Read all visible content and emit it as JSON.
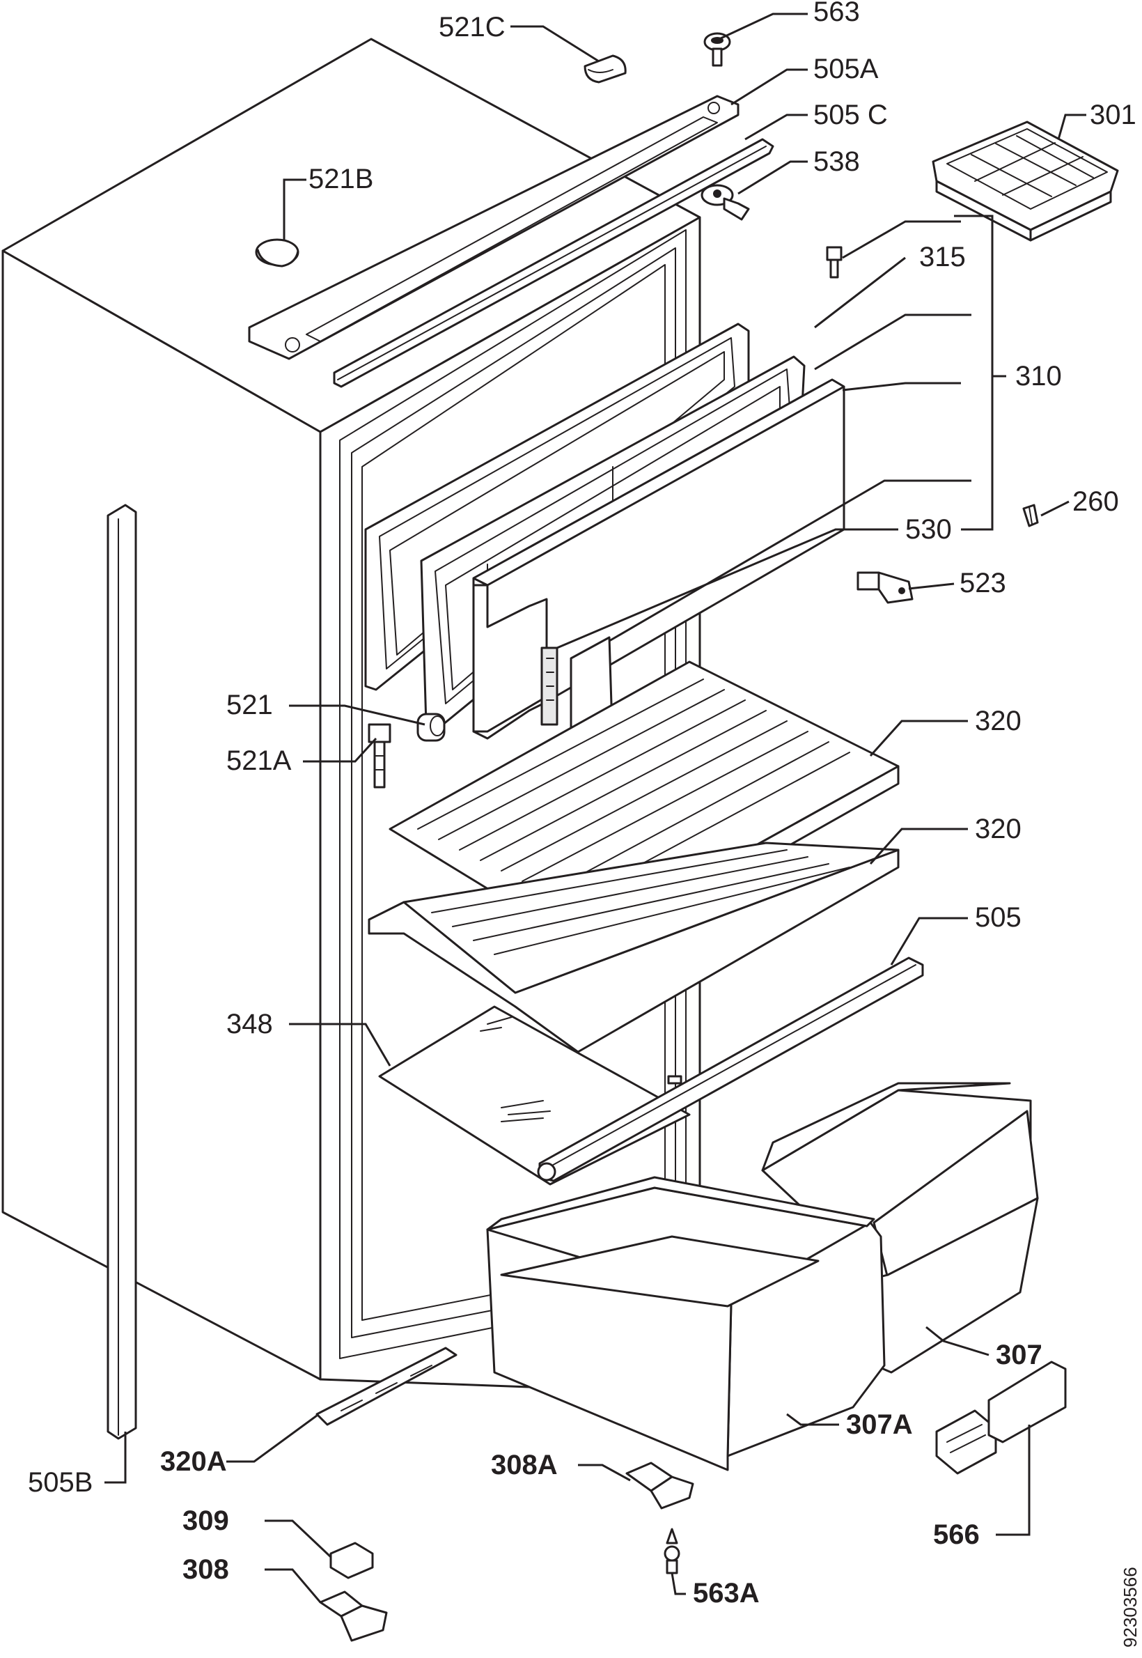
{
  "diagram": {
    "labels": {
      "l521c": "521C",
      "l563": "563",
      "l505a": "505A",
      "l505c": "505 C",
      "l301": "301",
      "l521b": "521B",
      "l538": "538",
      "l315": "315",
      "l310": "310",
      "l260": "260",
      "l530": "530",
      "l523": "523",
      "l521": "521",
      "l521a": "521A",
      "l320_1": "320",
      "l320_2": "320",
      "l505": "505",
      "l348": "348",
      "l307": "307",
      "l307a": "307A",
      "l308a": "308A",
      "l320a": "320A",
      "l505b": "505B",
      "l309": "309",
      "l308": "308",
      "l563a": "563A",
      "l566": "566"
    },
    "drawing_number": "92303566"
  }
}
